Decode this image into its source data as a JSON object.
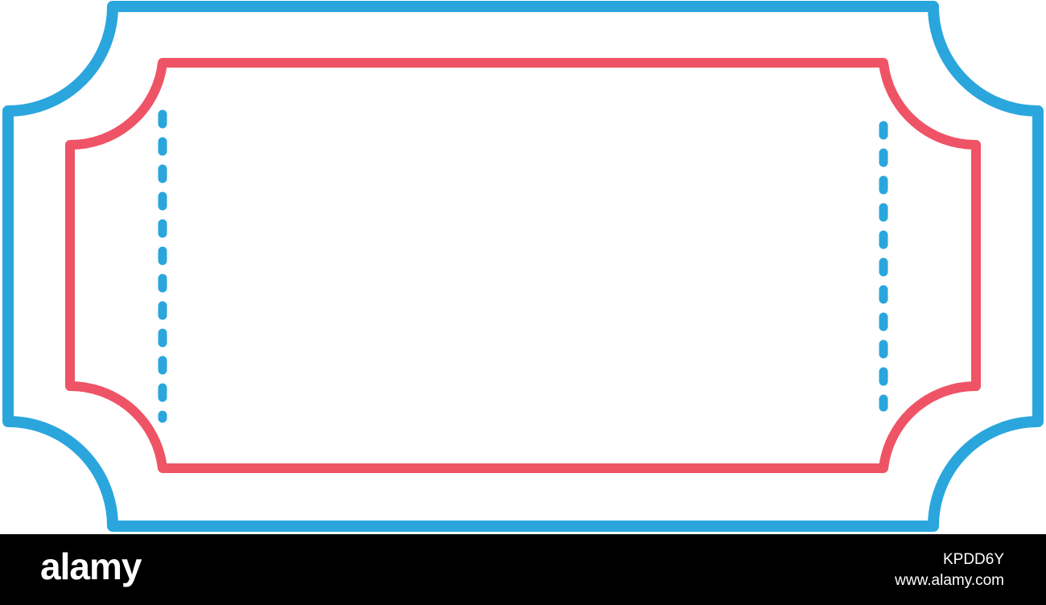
{
  "colors": {
    "outer_border": "#2aa6dd",
    "inner_border": "#ee5466",
    "perforation": "#2aa6dd",
    "footer_bg": "#000000",
    "footer_text": "#ffffff",
    "background": "#ffffff"
  },
  "footer": {
    "brand": "alamy",
    "image_id": "KPDD6Y",
    "url": "www.alamy.com"
  }
}
